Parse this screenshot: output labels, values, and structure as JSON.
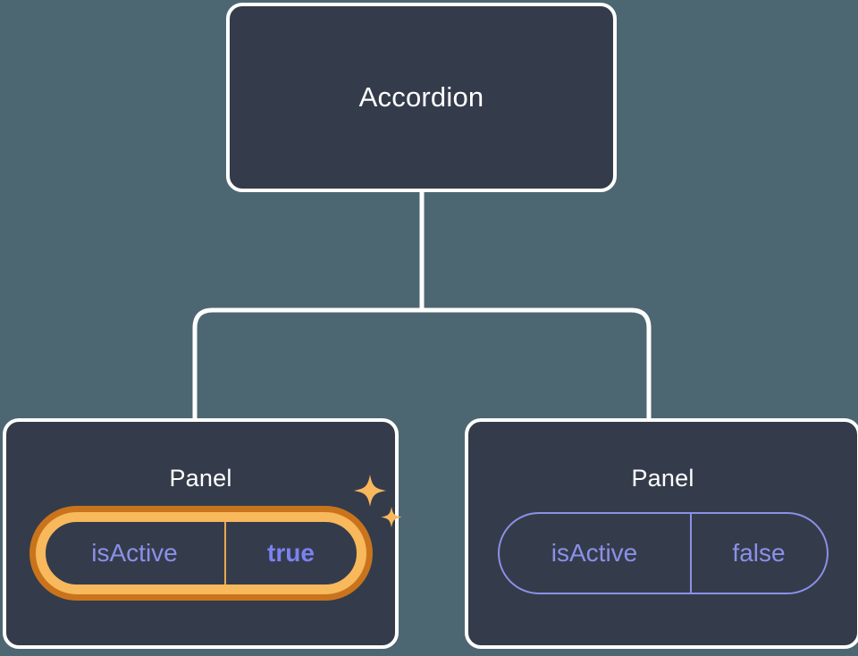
{
  "theme": {
    "background": "#4d6772",
    "card_fill": "#343c4b",
    "card_border": "#ffffff",
    "connector": "#ffffff",
    "prop_accent": "#8b90e8",
    "highlight_inner": "#f8b85c",
    "highlight_outer": "#c9741c",
    "value_active": "#7b82ef",
    "sparkle": "#f8b85c"
  },
  "tree": {
    "root": {
      "title": "Accordion"
    },
    "children": [
      {
        "title": "Panel",
        "prop": {
          "key": "isActive",
          "value": "true"
        },
        "highlighted": true,
        "sparkle_icon": "sparkles-icon"
      },
      {
        "title": "Panel",
        "prop": {
          "key": "isActive",
          "value": "false"
        },
        "highlighted": false
      }
    ]
  }
}
